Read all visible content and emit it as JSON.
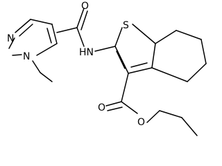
{
  "atoms": {
    "n_ring_top": "N",
    "n_ring_methyl": "N",
    "amide_oxygen": "O",
    "amide_nh": "HN",
    "thiophene_sulfur": "S",
    "ester_carbonyl_oxygen": "O",
    "ester_ether_oxygen": "O"
  }
}
